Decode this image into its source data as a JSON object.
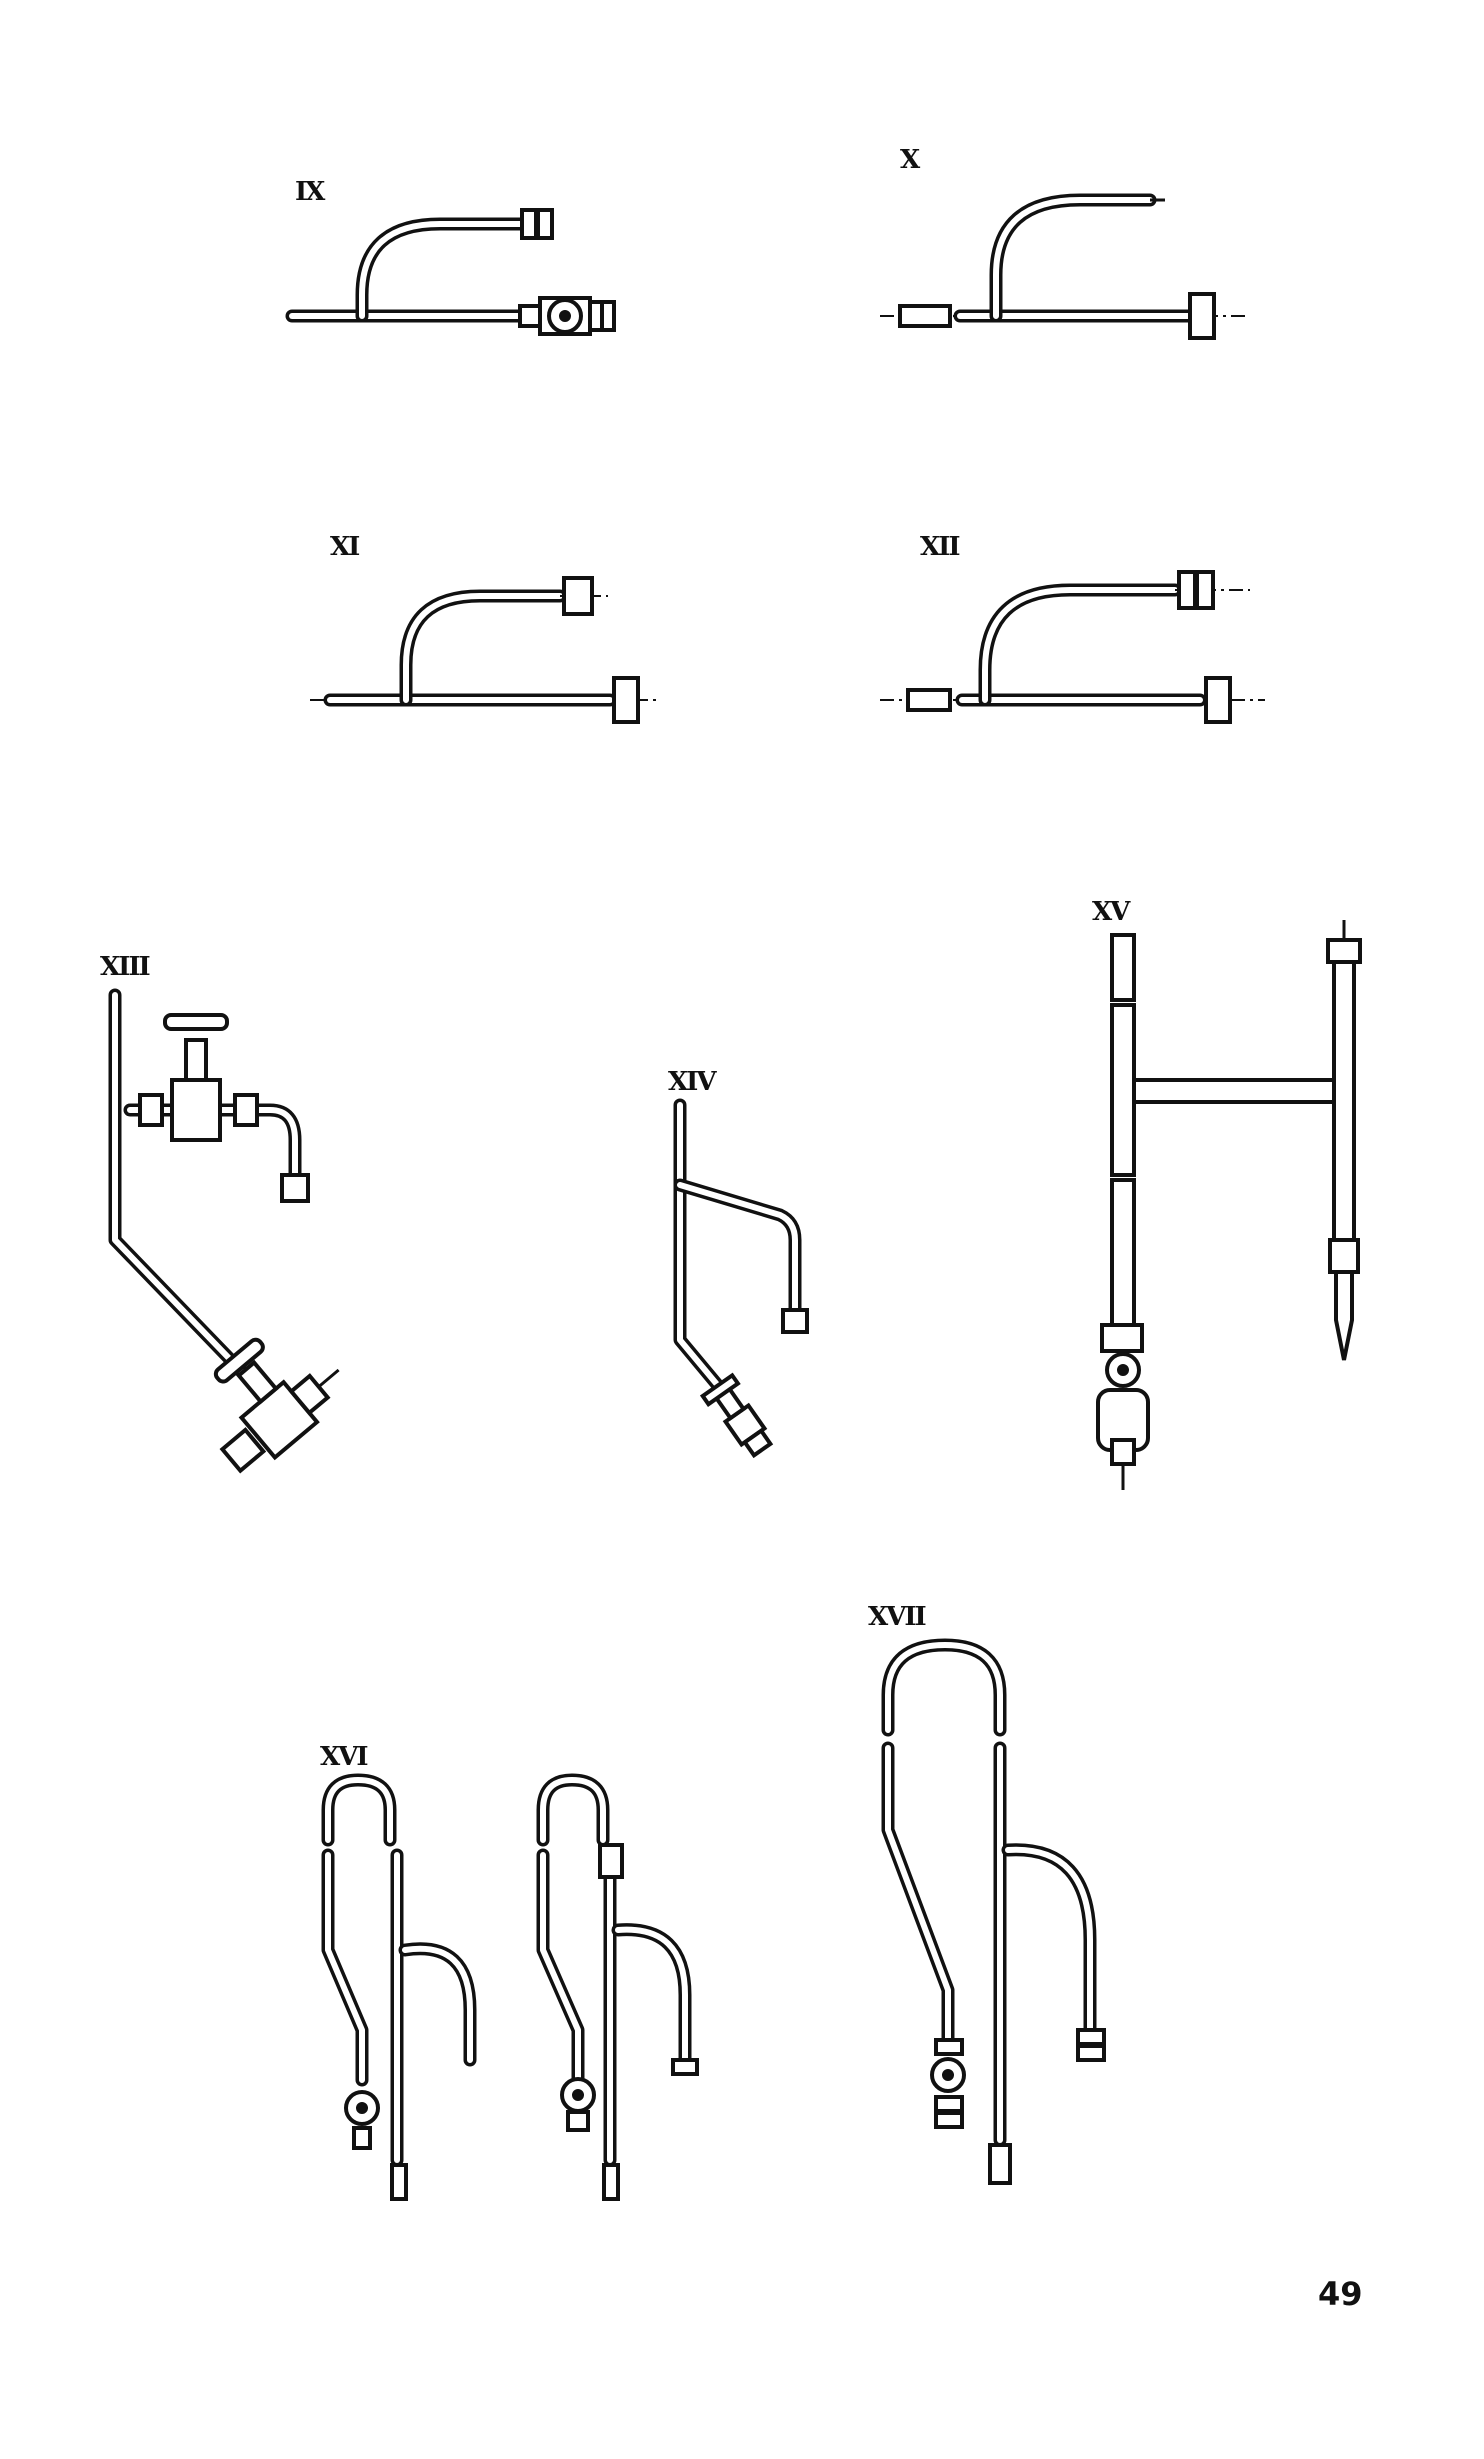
{
  "figure_labels": {
    "IX": "IX",
    "X": "X",
    "XI": "XI",
    "XII": "XII",
    "XIII": "XIII",
    "XIV": "XIV",
    "XV": "XV",
    "XVI": "XVI",
    "XVII": "XVII"
  },
  "page_number": "49"
}
